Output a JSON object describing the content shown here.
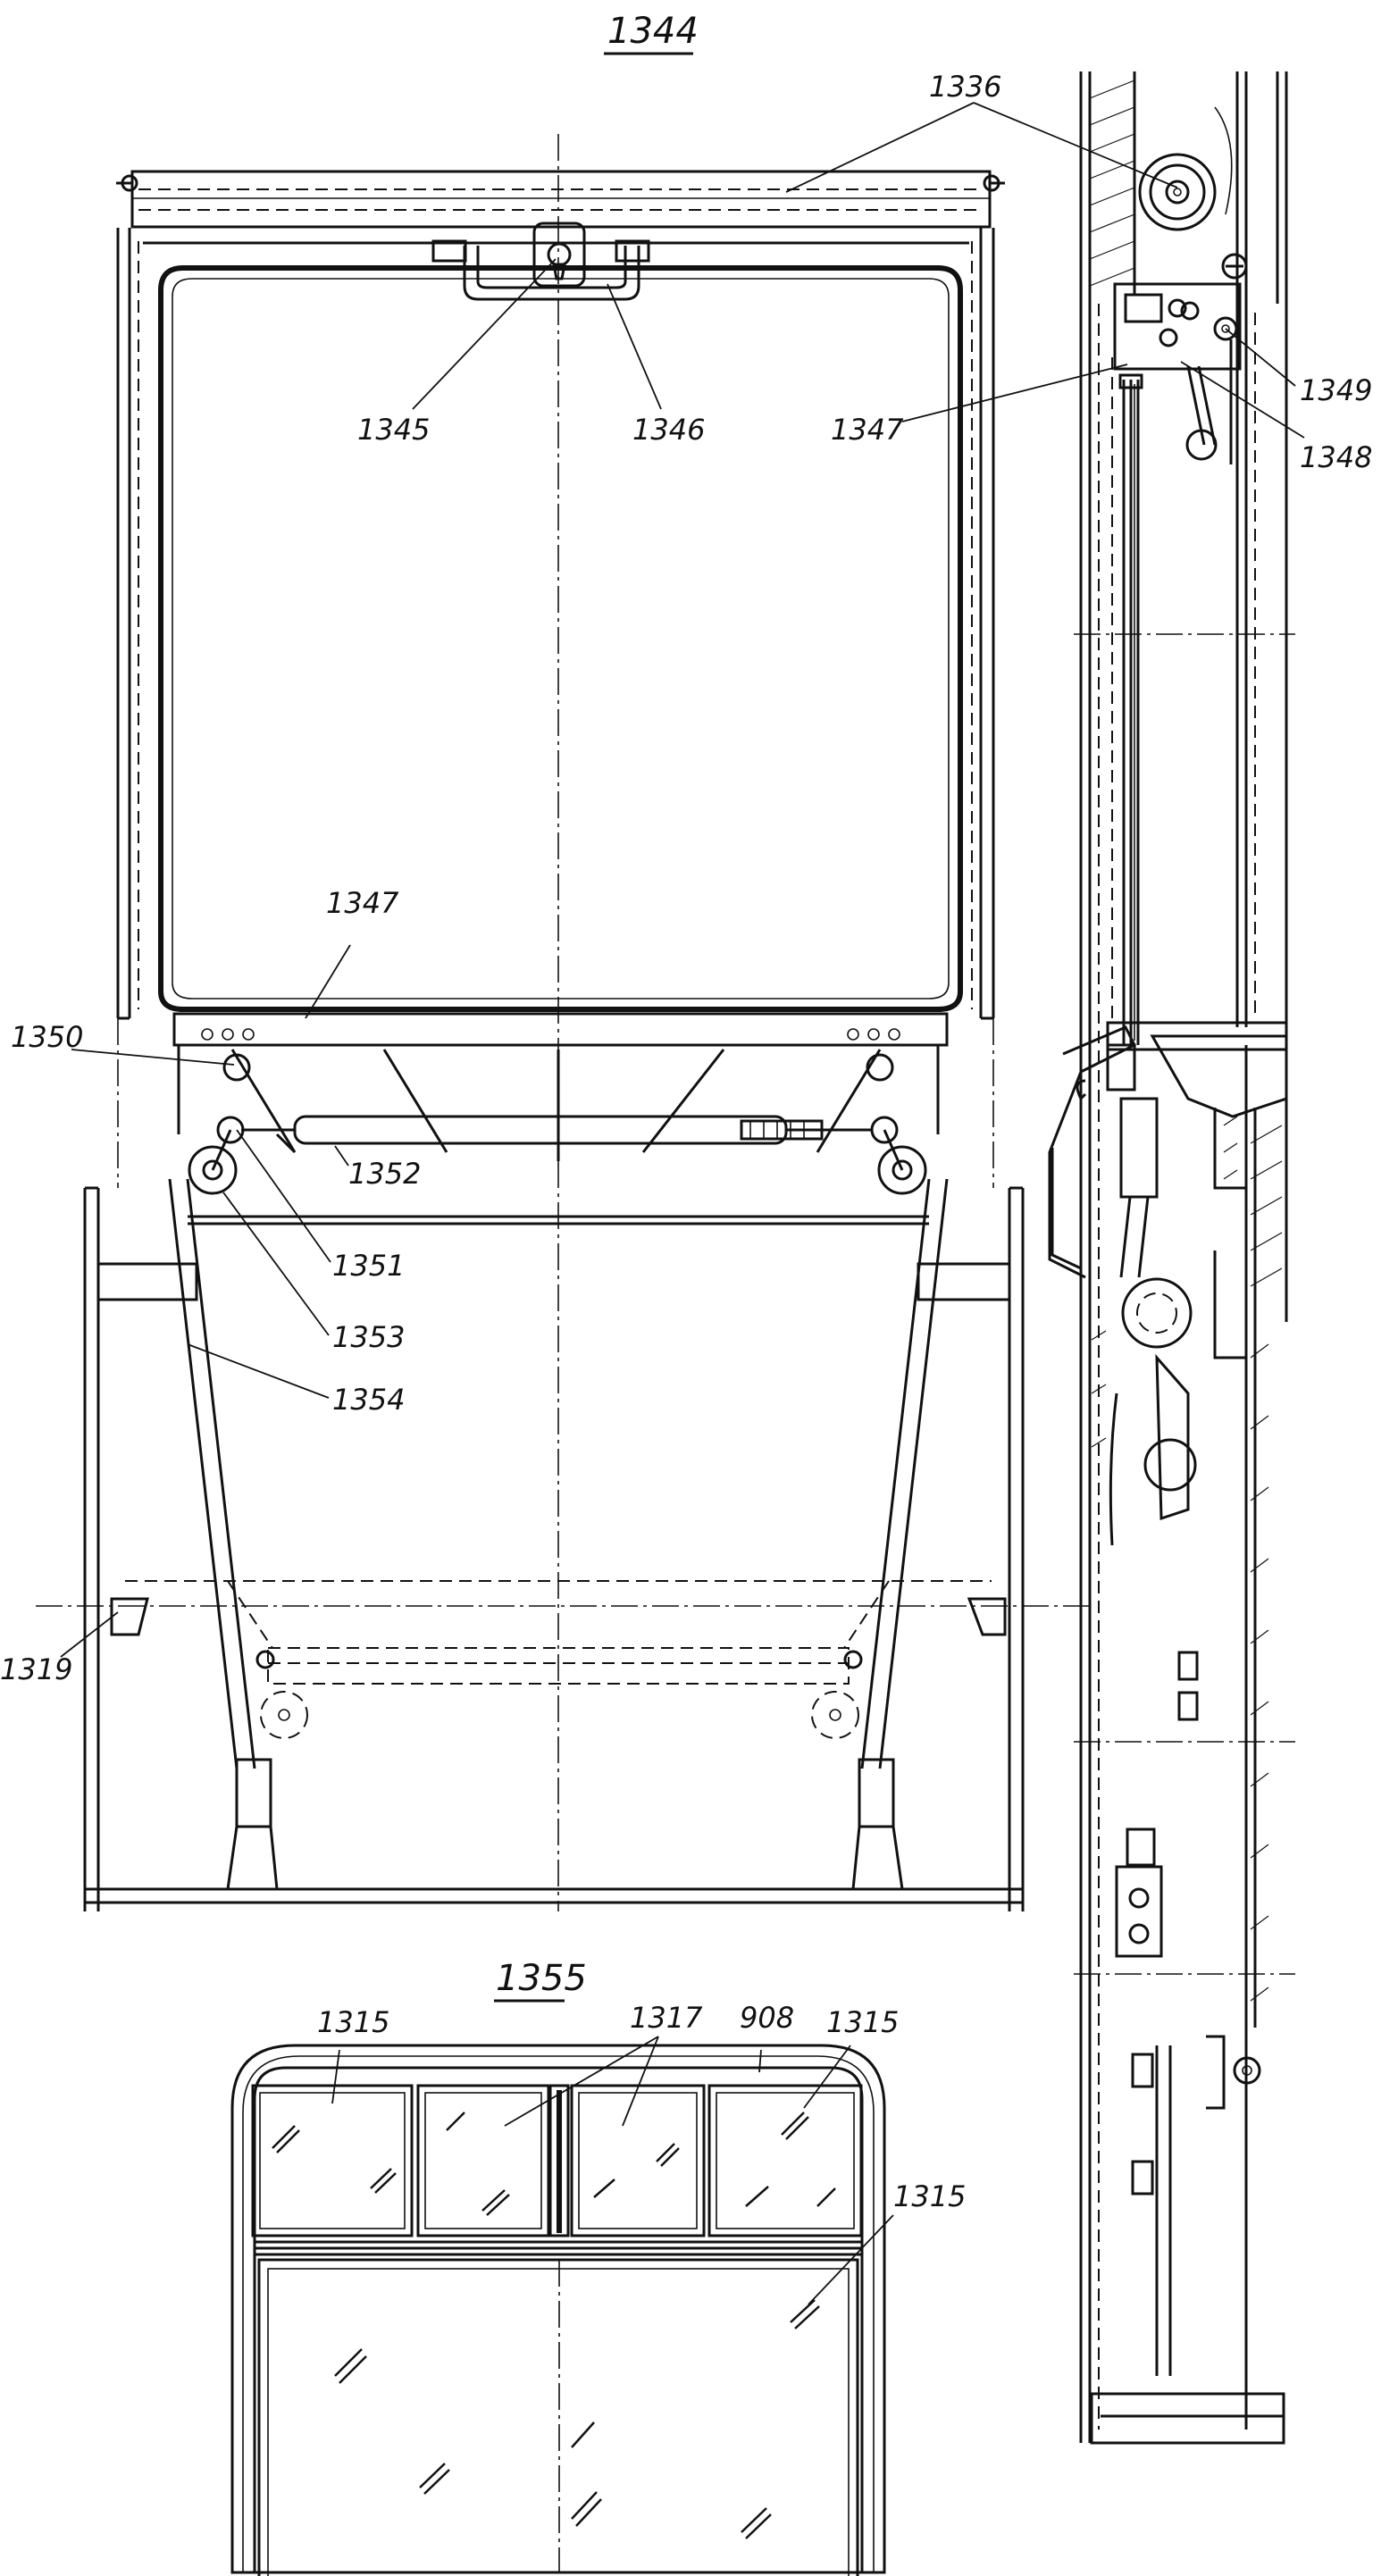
{
  "views": {
    "main_title": "1344",
    "window_title": "1355"
  },
  "labels": {
    "l1336": "1336",
    "l1345": "1345",
    "l1346": "1346",
    "l1347a": "1347",
    "l1347b": "1347",
    "l1348": "1348",
    "l1349": "1349",
    "l1350": "1350",
    "l1351": "1351",
    "l1352": "1352",
    "l1353": "1353",
    "l1354": "1354",
    "l1319": "1319",
    "l1315a": "1315",
    "l1315b": "1315",
    "l1315c": "1315",
    "l1317": "1317",
    "l908": "908"
  }
}
